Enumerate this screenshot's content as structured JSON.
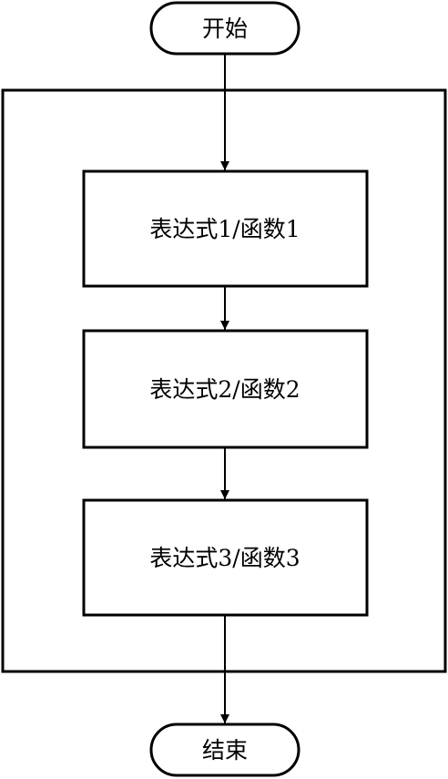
{
  "diagram": {
    "start_label": "开始",
    "end_label": "结束",
    "steps": [
      {
        "label": "表达式1/函数1"
      },
      {
        "label": "表达式2/函数2"
      },
      {
        "label": "表达式3/函数3"
      }
    ]
  },
  "colors": {
    "stroke": "#000000",
    "background": "#ffffff"
  }
}
